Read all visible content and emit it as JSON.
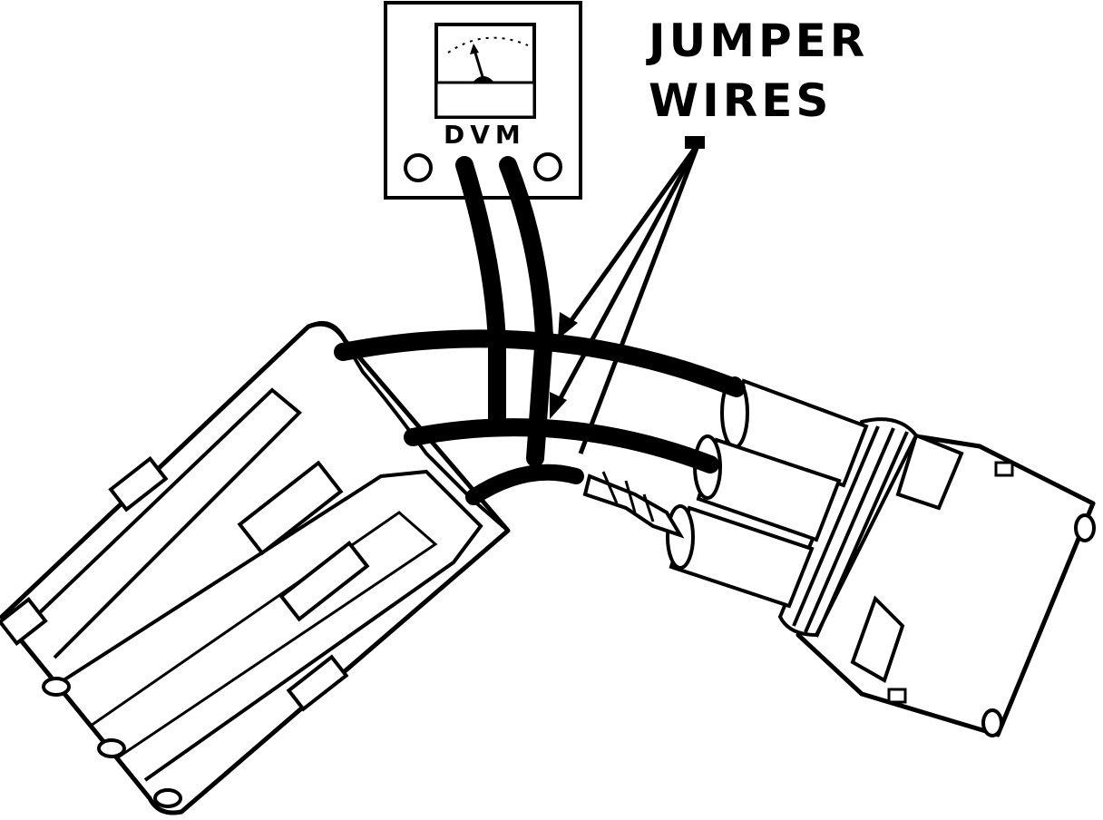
{
  "meter": {
    "label": "DVM"
  },
  "callout": {
    "line1": "JUMPER",
    "line2": "WIRES"
  }
}
